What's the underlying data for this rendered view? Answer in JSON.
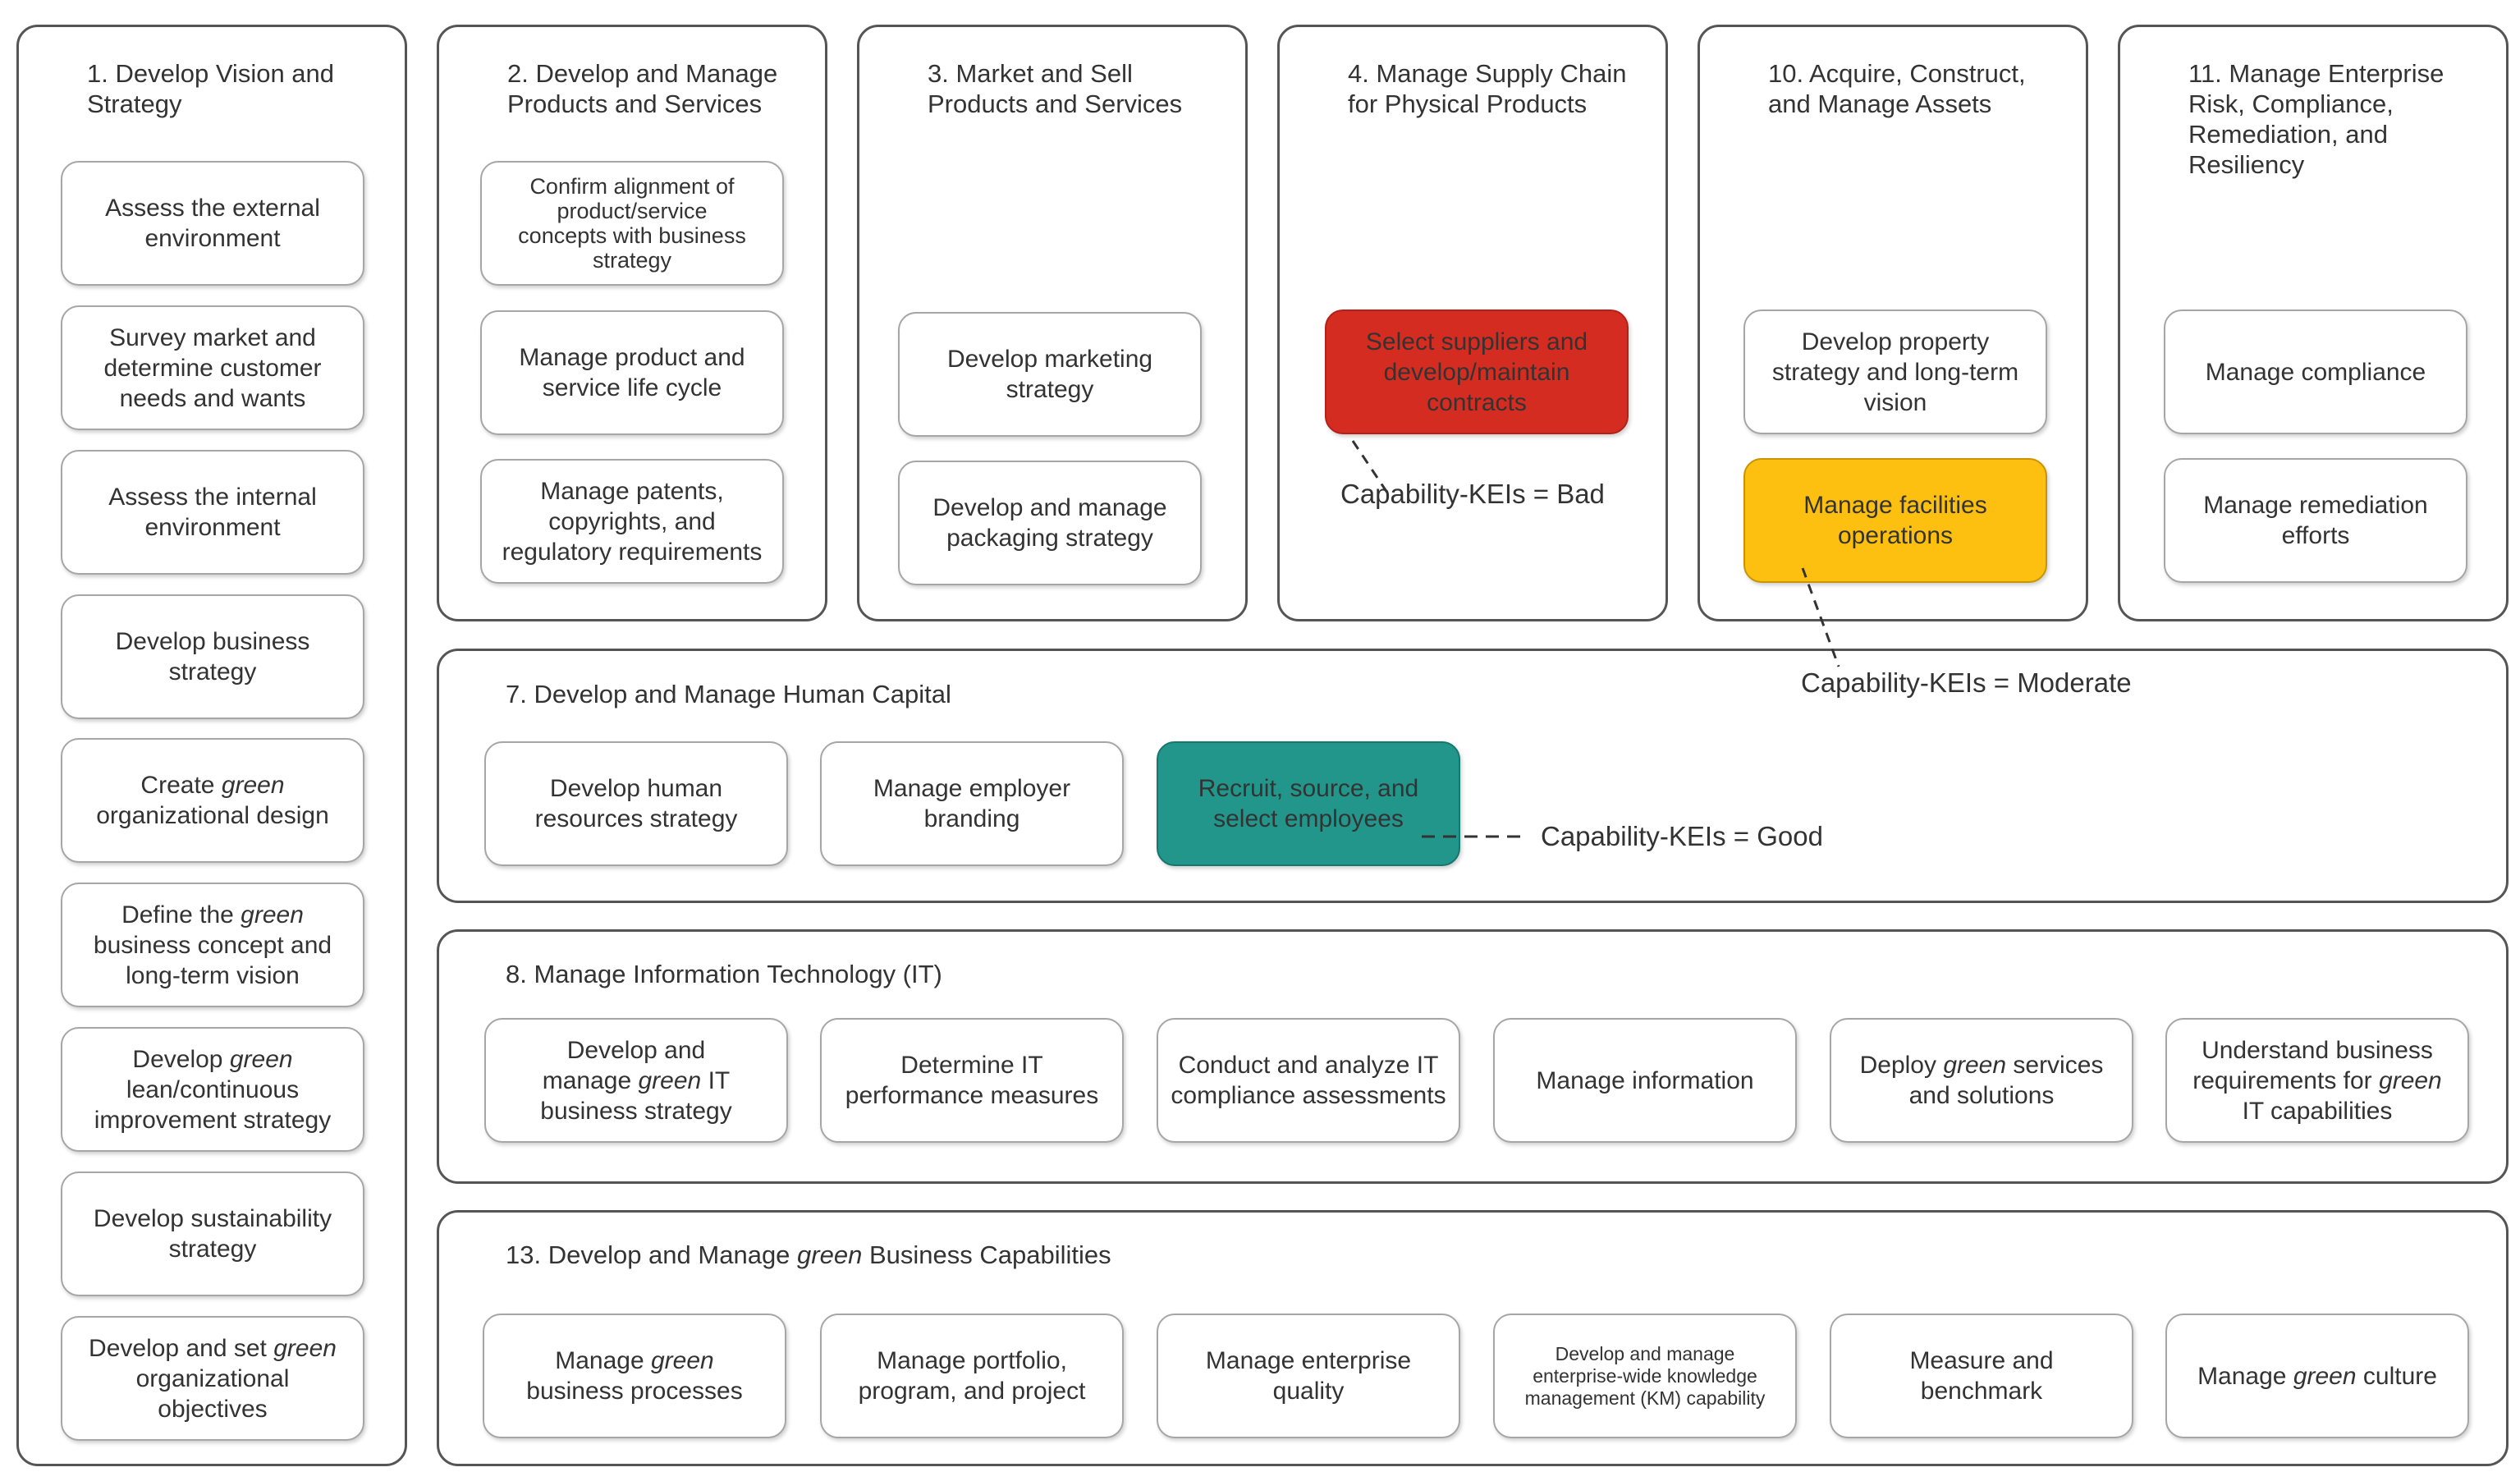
{
  "groups": {
    "g1": {
      "title": "1. Develop Vision and\nStrategy",
      "boxes": [
        {
          "text": "Assess the external\nenvironment"
        },
        {
          "text": "Survey market and\ndetermine customer\nneeds and wants"
        },
        {
          "text": "Assess the internal\nenvironment"
        },
        {
          "text": "Develop business\nstrategy"
        },
        {
          "pre": "Create ",
          "em": "green",
          "post": "\norganizational design"
        },
        {
          "pre": "Define the ",
          "em": "green",
          "post": "\nbusiness concept and\nlong-term vision"
        },
        {
          "pre": "Develop ",
          "em": "green",
          "post": "\nlean/continuous\nimprovement strategy"
        },
        {
          "text": "Develop sustainability\nstrategy"
        },
        {
          "pre": "Develop and set ",
          "em": "green",
          "post": "\norganizational\nobjectives"
        }
      ]
    },
    "g2": {
      "title": "2. Develop and Manage\nProducts and Services",
      "boxes": [
        {
          "text": "Confirm alignment of\nproduct/service\nconcepts with business\nstrategy"
        },
        {
          "text": "Manage product and\nservice life cycle"
        },
        {
          "text": "Manage patents,\ncopyrights, and\nregulatory requirements"
        }
      ]
    },
    "g3": {
      "title": "3. Market and Sell\nProducts and Services",
      "boxes": [
        {
          "text": "Develop marketing\nstrategy"
        },
        {
          "text": "Develop and manage\npackaging strategy"
        }
      ]
    },
    "g4": {
      "title": "4. Manage Supply Chain\nfor Physical Products",
      "boxes": [
        {
          "text": "Select suppliers and\ndevelop/maintain\ncontracts"
        }
      ]
    },
    "g10": {
      "title": "10. Acquire, Construct,\nand Manage Assets",
      "boxes": [
        {
          "text": "Develop property\nstrategy and long-term\nvision"
        },
        {
          "text": "Manage facilities\noperations"
        }
      ]
    },
    "g11": {
      "title": "11. Manage Enterprise\nRisk, Compliance,\nRemediation, and\nResiliency",
      "boxes": [
        {
          "text": "Manage compliance"
        },
        {
          "text": "Manage remediation\nefforts"
        }
      ]
    },
    "g7": {
      "title": "7. Develop and Manage Human Capital",
      "boxes": [
        {
          "text": "Develop human\nresources strategy"
        },
        {
          "text": "Manage employer\nbranding"
        },
        {
          "text": "Recruit, source, and\nselect employees"
        }
      ]
    },
    "g8": {
      "title": "8. Manage Information Technology (IT)",
      "boxes": [
        {
          "pre": "Develop and\nmanage ",
          "em": "green",
          "post": " IT\nbusiness strategy"
        },
        {
          "text": "Determine IT\nperformance measures"
        },
        {
          "text": "Conduct and analyze IT\ncompliance assessments"
        },
        {
          "text": "Manage information"
        },
        {
          "pre": "Deploy ",
          "em": "green",
          "post": " services\nand solutions"
        },
        {
          "pre": "Understand business\nrequirements for ",
          "em": "green",
          "post": "\nIT capabilities"
        }
      ]
    },
    "g13": {
      "title_pre": "13. Develop and Manage ",
      "title_em": "green",
      "title_post": " Business Capabilities",
      "boxes": [
        {
          "pre": "Manage ",
          "em": "green",
          "post": "\nbusiness processes"
        },
        {
          "text": "Manage portfolio,\nprogram, and project"
        },
        {
          "text": "Manage enterprise\nquality"
        },
        {
          "text": "Develop and manage\nenterprise-wide knowledge\nmanagement (KM) capability"
        },
        {
          "text": "Measure and\nbenchmark"
        },
        {
          "pre": "Manage ",
          "em": "green",
          "post": " culture"
        }
      ]
    }
  },
  "annotations": {
    "bad": "Capability-KEIs = Bad",
    "moderate": "Capability-KEIs = Moderate",
    "good": "Capability-KEIs = Good"
  },
  "colors": {
    "bad": "#d42c20",
    "moderate": "#fdc010",
    "good": "#22968a",
    "border": "#555555",
    "box_border": "#a6a6a6"
  }
}
